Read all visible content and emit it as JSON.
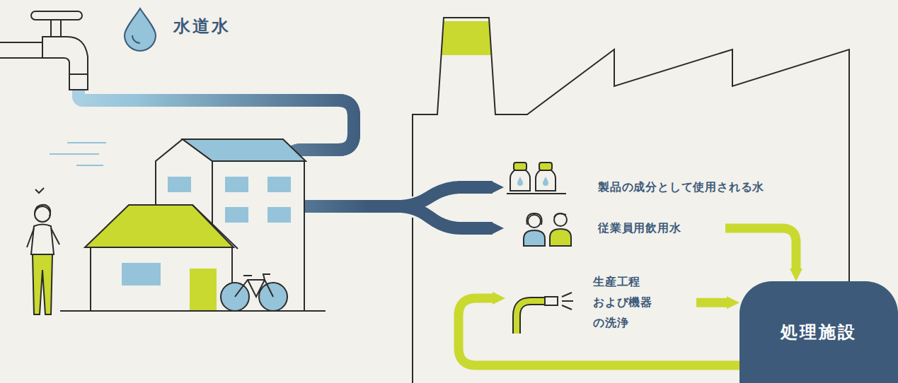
{
  "diagram": {
    "nodes": [
      {
        "text": [
          "水道水"
        ]
      },
      {
        "text": [
          "製品の成分として使用される水"
        ]
      },
      {
        "text": [
          "従業員用飲用水"
        ]
      },
      {
        "text": [
          "生産工程 および機器 の洗浄"
        ]
      },
      {
        "text": [
          "処理施設"
        ]
      }
    ],
    "edges": [
      {
        "from": 0,
        "to": 1,
        "arrow": "to"
      },
      {
        "from": 0,
        "to": 2,
        "arrow": "to"
      },
      {
        "from": 2,
        "to": 4,
        "arrow": "to"
      },
      {
        "from": 3,
        "to": 4,
        "arrow": "to"
      },
      {
        "from": 4,
        "to": 3,
        "arrow": "to"
      }
    ]
  }
}
